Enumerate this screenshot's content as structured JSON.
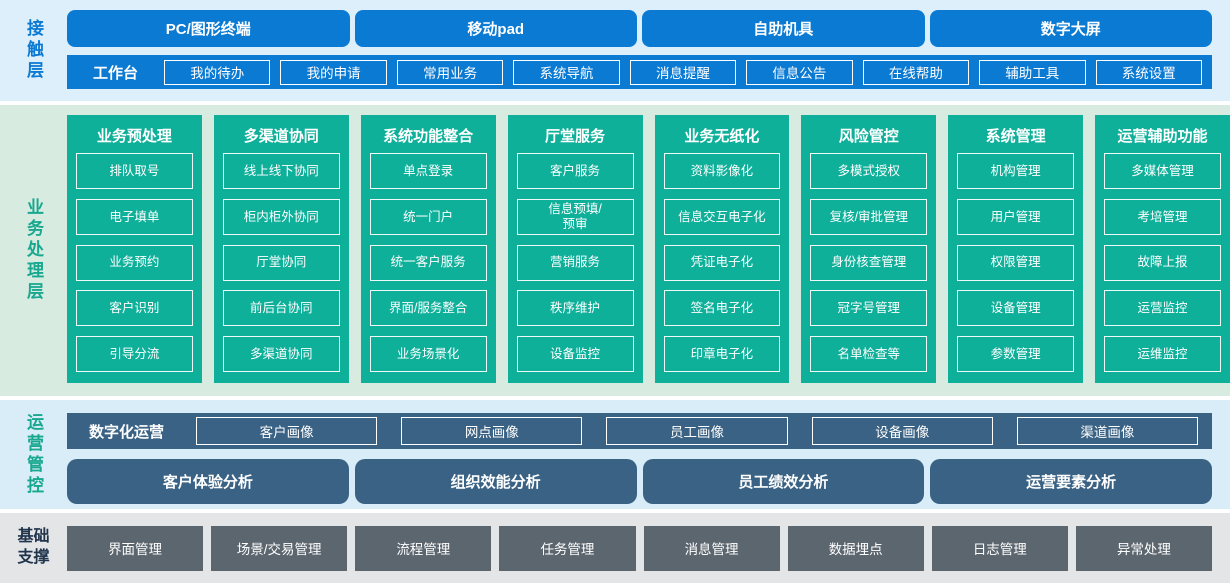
{
  "colors": {
    "blue": "#0b7ad3",
    "teal": "#0fb09a",
    "teal_text": "#17a88f",
    "navy": "#3a6284",
    "gray": "#5c666f",
    "base_text": "#20344c",
    "bg_contact": "#dceffb",
    "bg_business": "#d7ebe1",
    "bg_ops": "#d9edf9",
    "bg_base": "#e3e5e7"
  },
  "contact": {
    "layer_label": "接触层",
    "terminals": [
      "PC/图形终端",
      "移动pad",
      "自助机具",
      "数字大屏"
    ],
    "workbench": {
      "label": "工作台",
      "items": [
        "我的待办",
        "我的申请",
        "常用业务",
        "系统导航",
        "消息提醒",
        "信息公告",
        "在线帮助",
        "辅助工具",
        "系统设置"
      ]
    }
  },
  "business": {
    "layer_label": "业务处理层",
    "columns": [
      {
        "title": "业务预处理",
        "items": [
          "排队取号",
          "电子填单",
          "业务预约",
          "客户识别",
          "引导分流"
        ]
      },
      {
        "title": "多渠道协同",
        "items": [
          "线上线下协同",
          "柜内柜外协同",
          "厅堂协同",
          "前后台协同",
          "多渠道协同"
        ]
      },
      {
        "title": "系统功能整合",
        "items": [
          "单点登录",
          "统一门户",
          "统一客户服务",
          "界面/服务整合",
          "业务场景化"
        ]
      },
      {
        "title": "厅堂服务",
        "items": [
          "客户服务",
          "信息预填/\n预审",
          "营销服务",
          "秩序维护",
          "设备监控"
        ]
      },
      {
        "title": "业务无纸化",
        "items": [
          "资料影像化",
          "信息交互电子化",
          "凭证电子化",
          "签名电子化",
          "印章电子化"
        ]
      },
      {
        "title": "风险管控",
        "items": [
          "多模式授权",
          "复核/审批管理",
          "身份核查管理",
          "冠字号管理",
          "名单检查等"
        ]
      },
      {
        "title": "系统管理",
        "items": [
          "机构管理",
          "用户管理",
          "权限管理",
          "设备管理",
          "参数管理"
        ]
      },
      {
        "title": "运营辅助功能",
        "items": [
          "多媒体管理",
          "考培管理",
          "故障上报",
          "运营监控",
          "运维监控"
        ]
      }
    ]
  },
  "operations": {
    "layer_label": "运营管控",
    "digital_row": {
      "label": "数字化运营",
      "items": [
        "客户画像",
        "网点画像",
        "员工画像",
        "设备画像",
        "渠道画像"
      ]
    },
    "analysis_items": [
      "客户体验分析",
      "组织效能分析",
      "员工绩效分析",
      "运营要素分析"
    ]
  },
  "base": {
    "layer_label": "基础支撑",
    "items": [
      "界面管理",
      "场景/交易管理",
      "流程管理",
      "任务管理",
      "消息管理",
      "数据埋点",
      "日志管理",
      "异常处理"
    ]
  }
}
